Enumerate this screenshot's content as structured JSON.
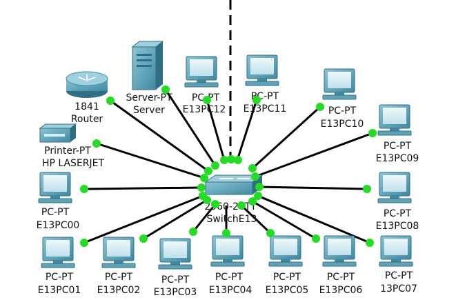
{
  "colors": {
    "link": "#000000",
    "port": "#22dd22",
    "device_body": "#5fa3b8",
    "device_dark": "#2f6f84",
    "device_screen": "#d9eef4"
  },
  "devices": {
    "router": {
      "icon": "router-icon",
      "line1": "1841",
      "line2": "Router"
    },
    "server": {
      "icon": "server-icon",
      "line1": "Server-PT",
      "line2": "Server"
    },
    "printer": {
      "icon": "printer-icon",
      "line1": "Printer-PT",
      "line2": "HP LASERJET"
    },
    "switch": {
      "icon": "switch-icon",
      "line1": "2960-24TT",
      "line2": "SwitchE13"
    },
    "pc12": {
      "icon": "pc-icon",
      "line1": "PC-PT",
      "line2": "E13PC12"
    },
    "pc11": {
      "icon": "pc-icon",
      "line1": "PC-PT",
      "line2": "E13PC11"
    },
    "pc10": {
      "icon": "pc-icon",
      "line1": "PC-PT",
      "line2": "E13PC10"
    },
    "pc09": {
      "icon": "pc-icon",
      "line1": "PC-PT",
      "line2": "E13PC09"
    },
    "pc08": {
      "icon": "pc-icon",
      "line1": "PC-PT",
      "line2": "E13PC08"
    },
    "pc07": {
      "icon": "pc-icon",
      "line1": "PC-PT",
      "line2": "13PC07"
    },
    "pc06": {
      "icon": "pc-icon",
      "line1": "PC-PT",
      "line2": "E13PC06"
    },
    "pc05": {
      "icon": "pc-icon",
      "line1": "PC-PT",
      "line2": "E13PC05"
    },
    "pc04": {
      "icon": "pc-icon",
      "line1": "PC-PT",
      "line2": "E13PC04"
    },
    "pc03": {
      "icon": "pc-icon",
      "line1": "PC-PT",
      "line2": "E13PC03"
    },
    "pc02": {
      "icon": "pc-icon",
      "line1": "PC-PT",
      "line2": "E13PC02"
    },
    "pc01": {
      "icon": "pc-icon",
      "line1": "PC-PT",
      "line2": "E13PC01"
    },
    "pc00": {
      "icon": "pc-icon",
      "line1": "PC-PT",
      "line2": "E13PC00"
    }
  }
}
